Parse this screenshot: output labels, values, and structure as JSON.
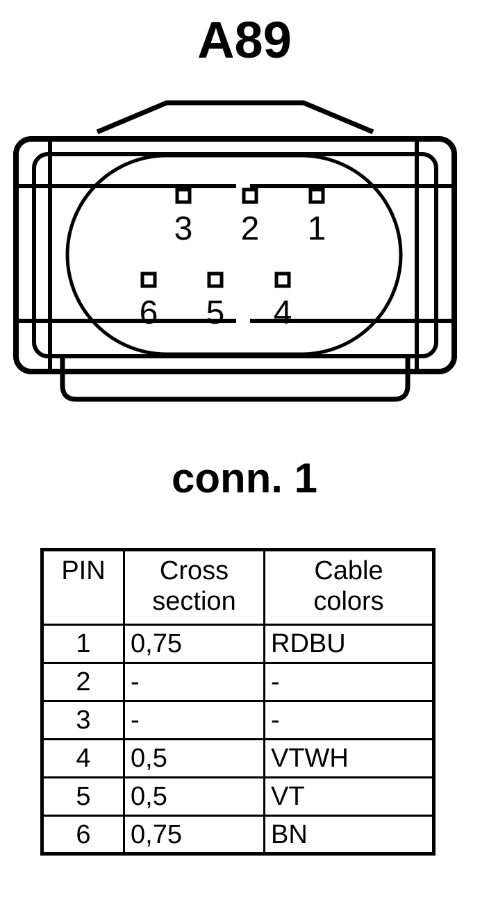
{
  "title": "A89",
  "connector": {
    "caption": "conn. 1",
    "pins_top_row": [
      {
        "number": "3"
      },
      {
        "number": "2"
      },
      {
        "number": "1"
      }
    ],
    "pins_bottom_row": [
      {
        "number": "6"
      },
      {
        "number": "5"
      },
      {
        "number": "4"
      }
    ]
  },
  "table": {
    "headers": {
      "pin": "PIN",
      "cross_section_line1": "Cross",
      "cross_section_line2": "section",
      "cable_colors_line1": "Cable",
      "cable_colors_line2": "colors"
    },
    "rows": [
      {
        "pin": "1",
        "cross_section": "0,75",
        "cable_colors": "RDBU"
      },
      {
        "pin": "2",
        "cross_section": "-",
        "cable_colors": "-"
      },
      {
        "pin": "3",
        "cross_section": "-",
        "cable_colors": "-"
      },
      {
        "pin": "4",
        "cross_section": "0,5",
        "cable_colors": "VTWH"
      },
      {
        "pin": "5",
        "cross_section": "0,5",
        "cable_colors": "VT"
      },
      {
        "pin": "6",
        "cross_section": "0,75",
        "cable_colors": "BN"
      }
    ]
  },
  "colors": {
    "ink": "#000000",
    "paper": "#ffffff"
  }
}
